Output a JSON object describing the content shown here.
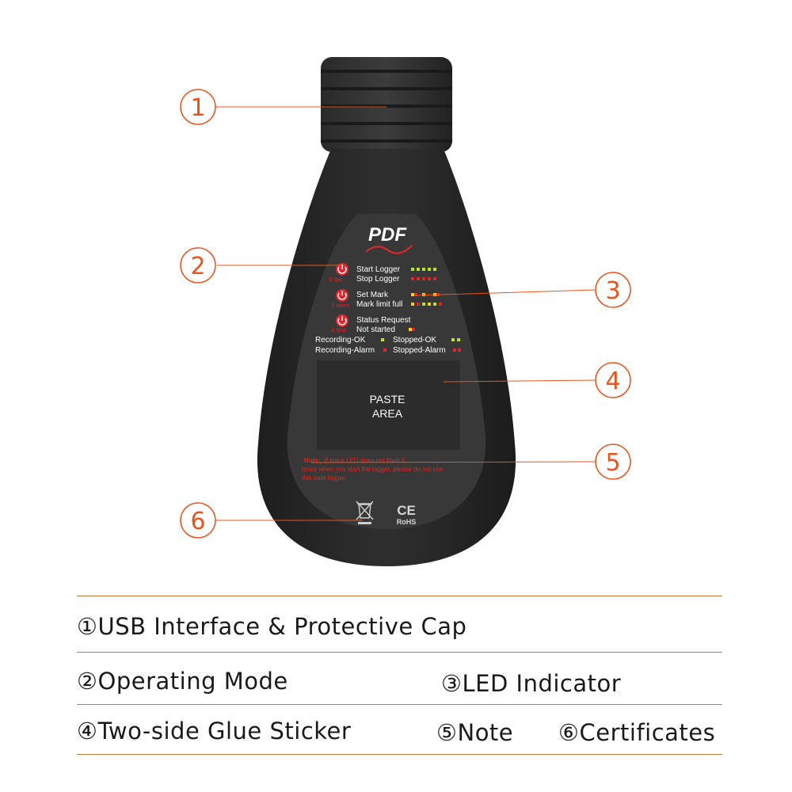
{
  "device": {
    "brand": "PDF",
    "rows": [
      {
        "label": "Start Logger",
        "hint": "5 sec"
      },
      {
        "label": "Stop Logger"
      },
      {
        "label": "Set Mark",
        "hint": "2 times"
      },
      {
        "label": "Mark limit full"
      },
      {
        "label": "Status Request",
        "hint": "1 time"
      },
      {
        "label": "Not started"
      }
    ],
    "status": {
      "recording_ok": "Recording-OK",
      "stopped_ok": "Stopped-OK",
      "recording_alarm": "Recording-Alarm",
      "stopped_alarm": "Stopped-Alarm"
    },
    "paste_area": [
      "PASTE",
      "AREA"
    ],
    "note_label": "Note:",
    "note_text": "If black LED does not flash 5 times when you start the logger, please do not use this data logger.",
    "ce": "CE",
    "rohs": "RoHS"
  },
  "callouts": [
    "1",
    "2",
    "3",
    "4",
    "5",
    "6"
  ],
  "legend": {
    "item1": "①USB Interface & Protective Cap",
    "item2": "②Operating Mode",
    "item3": "③LED Indicator",
    "item4": "④Two-side Glue Sticker",
    "item5": "⑤Note",
    "item6": "⑥Certificates"
  },
  "colors": {
    "accent": "#e8541e",
    "rule": "#c9773a",
    "led_green": "#b5e61d",
    "led_red": "#e0262b",
    "led_yellow": "#f7d117",
    "body": "#2b2b2b",
    "face": "#3a3a3a"
  }
}
